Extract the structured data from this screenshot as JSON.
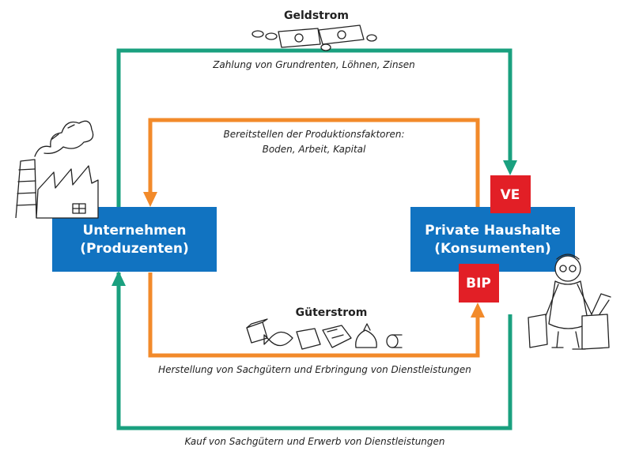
{
  "colors": {
    "money_flow": "#1aa07f",
    "goods_flow": "#f28a2a",
    "box_fill": "#1173c1",
    "badge_fill": "#e21f26"
  },
  "money_flow": {
    "title": "Geldstrom",
    "top_label": "Zahlung von Grundrenten, Löhnen, Zinsen",
    "bottom_label": "Kauf von Sachgütern und Erwerb von Dienstleistungen"
  },
  "goods_flow": {
    "title": "Güterstrom",
    "top_label_line1": "Bereitstellen der Produktionsfaktoren:",
    "top_label_line2": "Boden, Arbeit, Kapital",
    "bottom_label": "Herstellung von Sachgütern und Erbringung von Dienstleistungen"
  },
  "producers": {
    "line1": "Unternehmen",
    "line2": "(Produzenten)",
    "icon": "factory-icon"
  },
  "households": {
    "line1": "Private Haushalte",
    "line2": "(Konsumenten)",
    "icon": "shopper-icon"
  },
  "badges": {
    "ve": "VE",
    "bip": "BIP"
  },
  "decorations": {
    "money": "money-icon",
    "goods": "goods-icon"
  }
}
